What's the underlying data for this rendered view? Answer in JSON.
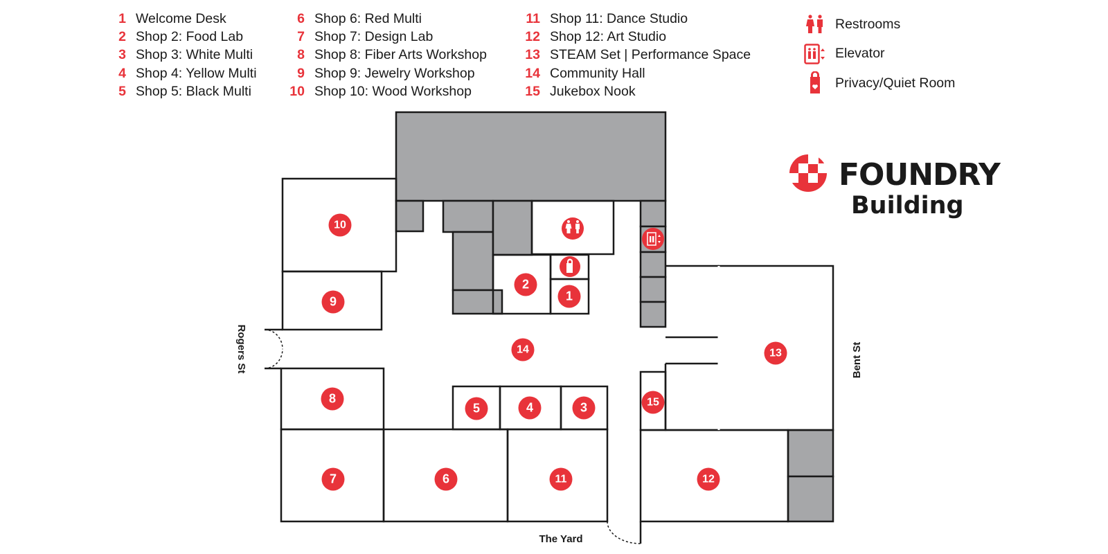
{
  "legend": [
    {
      "num": "1",
      "label": "Welcome Desk"
    },
    {
      "num": "2",
      "label": "Shop 2: Food Lab"
    },
    {
      "num": "3",
      "label": "Shop 3: White Multi"
    },
    {
      "num": "4",
      "label": "Shop 4: Yellow Multi"
    },
    {
      "num": "5",
      "label": "Shop 5: Black Multi"
    },
    {
      "num": "6",
      "label": "Shop 6: Red Multi"
    },
    {
      "num": "7",
      "label": "Shop 7: Design Lab"
    },
    {
      "num": "8",
      "label": "Shop 8: Fiber Arts Workshop"
    },
    {
      "num": "9",
      "label": "Shop 9: Jewelry Workshop"
    },
    {
      "num": "10",
      "label": "Shop 10: Wood Workshop"
    },
    {
      "num": "11",
      "label": "Shop 11: Dance Studio"
    },
    {
      "num": "12",
      "label": "Shop 12: Art Studio"
    },
    {
      "num": "13",
      "label": "STEAM Set | Performance Space"
    },
    {
      "num": "14",
      "label": "Community Hall"
    },
    {
      "num": "15",
      "label": "Jukebox Nook"
    }
  ],
  "icon_legend": [
    {
      "icon": "restroom-icon",
      "label": "Restrooms"
    },
    {
      "icon": "elevator-icon",
      "label": "Elevator"
    },
    {
      "icon": "privacy-room-icon",
      "label": "Privacy/Quiet Room"
    }
  ],
  "brand": {
    "name": "FOUNDRY",
    "subtitle": "Building"
  },
  "streets": {
    "left": "Rogers St",
    "right": "Bent St",
    "bottom": "The Yard"
  },
  "room_markers": [
    "1",
    "2",
    "3",
    "4",
    "5",
    "6",
    "7",
    "8",
    "9",
    "10",
    "11",
    "12",
    "13",
    "14",
    "15"
  ],
  "colors": {
    "accent": "#e8333a",
    "wall": "#1a1a1a",
    "service": "#a6a7a9",
    "floor": "#ffffff"
  }
}
